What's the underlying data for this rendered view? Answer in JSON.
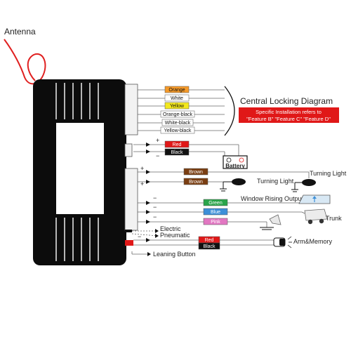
{
  "labels": {
    "antenna": "Antenna",
    "title": "Central Locking Diagram",
    "note": "Specific Installation refers to \"Feature B\" \"Feature C\" \"Feature D\"",
    "note_line1": "Specific Installation refers to",
    "note_line2": "\"Feature B\" \"Feature C\" \"Feature D\"",
    "battery": "Battery",
    "turning_light_left": "Turning Light",
    "turning_light_right": "Turning Light",
    "window_rising": "Window Rising Output",
    "trunk": "Trunk",
    "electric": "Electric",
    "pneumatic": "Pneumatic",
    "arm_memory": "Arm&Memory",
    "leaning_button": "Leaning Button",
    "plus": "+",
    "minus": "−"
  },
  "wires": {
    "orange": "Orange",
    "white": "White",
    "yellow": "Yellow",
    "orange_black": "Orange-black",
    "white_black": "White-black",
    "yellow_black": "Yellow-black",
    "red": "Red",
    "black": "Black",
    "brown1": "Brown",
    "brown2": "Brown",
    "green": "Green",
    "blue": "Blue",
    "pink": "Pink",
    "red2": "Red",
    "black2": "Black"
  },
  "colors": {
    "note_bg": "#e01818",
    "antenna": "#e02020",
    "orange": "#f59a2a",
    "yellow": "#f3e81e",
    "red": "#e01818",
    "brown": "#7a3e12",
    "green": "#2aa54a",
    "blue": "#3c8fd8",
    "pink": "#e277c2",
    "black": "#111111"
  }
}
